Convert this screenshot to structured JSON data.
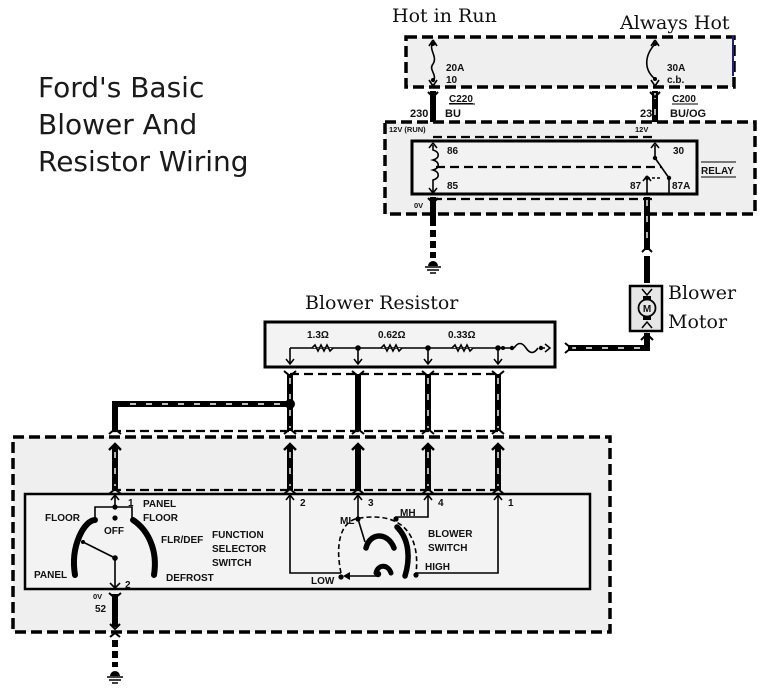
{
  "title": {
    "line1": "Ford's Basic",
    "line2": "Blower And",
    "line3": "Resistor Wiring"
  },
  "annotations": {
    "hot_in_run": "Hot in Run",
    "always_hot": "Always Hot",
    "blower_resistor": "Blower Resistor",
    "blower_motor_line1": "Blower",
    "blower_motor_line2": "Motor"
  },
  "fuse_box": {
    "fuse_left_rating": "20A",
    "fuse_left_number": "10",
    "fuse_right_rating": "30A",
    "fuse_right_type": "c.b.",
    "connector_left": "C220",
    "connector_right": "C200",
    "circuit_left": "230",
    "color_left": "BU",
    "circuit_right": "23",
    "color_right": "BU/OG"
  },
  "relay": {
    "voltage_left": "12V (RUN)",
    "voltage_right": "12V",
    "ground_voltage": "0V",
    "pin_86": "86",
    "pin_85": "85",
    "pin_30": "30",
    "pin_87": "87",
    "pin_87a": "87A",
    "name": "RELAY"
  },
  "motor": {
    "symbol": "M"
  },
  "resistor": {
    "values": [
      "1.3Ω",
      "0.62Ω",
      "0.33Ω"
    ]
  },
  "function_selector": {
    "pin_1": "1",
    "pin_2": "2",
    "positions": {
      "panel_top": "PANEL",
      "floor_top": "FLOOR",
      "floor_left": "FLOOR",
      "off": "OFF",
      "flr_def": "FLR/DEF",
      "panel": "PANEL",
      "defrost": "DEFROST"
    },
    "name_line1": "FUNCTION",
    "name_line2": "SELECTOR",
    "name_line3": "SWITCH",
    "ground_voltage": "0V",
    "ground_circuit": "52"
  },
  "blower_switch": {
    "pins": [
      "2",
      "3",
      "4",
      "1"
    ],
    "positions": {
      "ml": "ML",
      "mh": "MH",
      "low": "LOW",
      "high": "HIGH"
    },
    "name_line1": "BLOWER",
    "name_line2": "SWITCH"
  }
}
